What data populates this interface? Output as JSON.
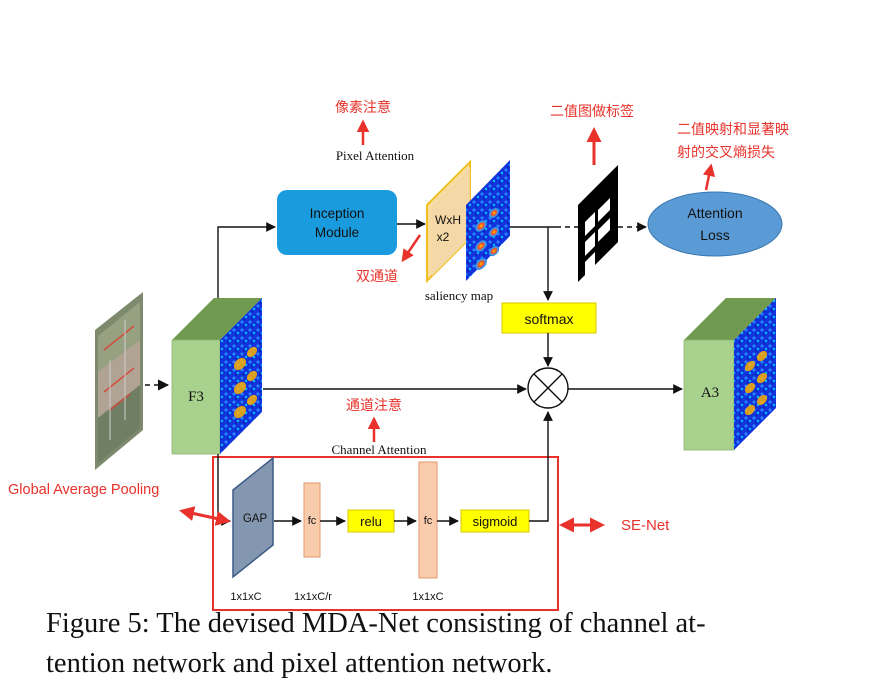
{
  "blocks": {
    "inception_line1": "Inception",
    "inception_line2": "Module",
    "wxh_line1": "WxH",
    "wxh_line2": "x2",
    "f3": "F3",
    "a3": "A3",
    "softmax": "softmax",
    "attention_loss_line1": "Attention",
    "attention_loss_line2": "Loss",
    "gap": "GAP",
    "fc1": "fc",
    "relu": "relu",
    "fc2": "fc",
    "sigmoid": "sigmoid"
  },
  "labels": {
    "pixel_attention": "Pixel Attention",
    "saliency_map": "saliency map",
    "channel_attention": "Channel Attention",
    "global_average_pooling": "Global Average Pooling",
    "se_net": "SE-Net",
    "dim_1x1xc_a": "1x1xC",
    "dim_1x1xc_r": "1x1xC/r",
    "dim_1x1xc_b": "1x1xC"
  },
  "annotations": {
    "pixel_attention_cn": "像素注意",
    "binary_label_cn": "二值图做标签",
    "loss_cn_line1": "二值映射和显著映",
    "loss_cn_line2": "射的交叉熵损失",
    "dual_channel_cn": "双通道",
    "channel_attention_cn": "通道注意"
  },
  "caption": {
    "line1": "Figure 5: The devised MDA-Net consisting of channel at-",
    "line2": "tention network and pixel attention network."
  },
  "colors": {
    "inception": "#1a9bde",
    "feature_block": "#a9d18e",
    "feature_block_top": "#6f9a4f",
    "softmax": "#ffff00",
    "attention_loss": "#5b9bd5",
    "gap": "#8497b0",
    "fc": "#f8cbad",
    "annotation_red": "#e8322b",
    "se_box": "#e8322b"
  }
}
